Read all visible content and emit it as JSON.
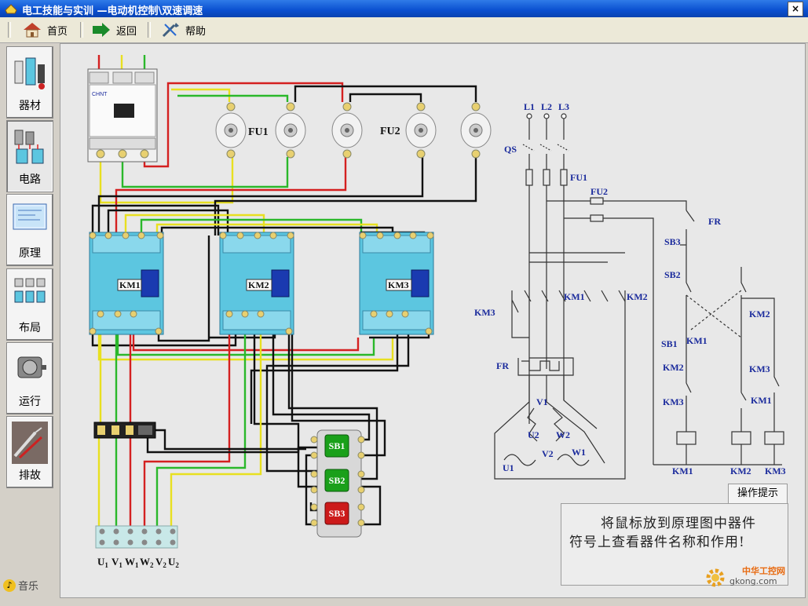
{
  "window": {
    "title": "电工技能与实训 —电动机控制\\双速调速",
    "close_label": "×"
  },
  "toolbar": {
    "home": "首页",
    "back": "返回",
    "help": "帮助"
  },
  "sidebar": {
    "items": [
      {
        "label": "器材"
      },
      {
        "label": "电路"
      },
      {
        "label": "原理"
      },
      {
        "label": "布局"
      },
      {
        "label": "运行"
      },
      {
        "label": "排故"
      }
    ],
    "music": "音乐"
  },
  "wiring": {
    "fuse_labels": [
      "FU1",
      "FU2"
    ],
    "contactors": [
      "KM1",
      "KM2",
      "KM3"
    ],
    "breaker_brand": "CHNT",
    "buttons": [
      "SB1",
      "SB2",
      "SB3"
    ],
    "terminals": [
      "U",
      "V",
      "W",
      "W",
      "V",
      "U"
    ],
    "terminal_subs": [
      "1",
      "1",
      "1",
      "2",
      "2",
      "2"
    ]
  },
  "schematic": {
    "phases": [
      "L1",
      "L2",
      "L3"
    ],
    "labels": {
      "qs": "QS",
      "fu1": "FU1",
      "fu2": "FU2",
      "fr": "FR",
      "fr_coil": "FR",
      "km3_aux": "KM3",
      "km1_main": "KM1",
      "km2_main": "KM2",
      "sb3": "SB3",
      "sb2": "SB2",
      "sb1": "SB1",
      "km1_hold": "KM1",
      "km2_hold": "KM2",
      "km2_int": "KM2",
      "km3_int": "KM3",
      "km3_il": "KM3",
      "km1_il": "KM1",
      "v1": "V1",
      "u2": "U2",
      "w2": "W2",
      "v2": "V2",
      "w1": "W1",
      "u1": "U1",
      "coil_km1": "KM1",
      "coil_km2": "KM2",
      "coil_km3": "KM3"
    }
  },
  "hint": {
    "tab": "操作提示",
    "line1": "将鼠标放到原理图中器件",
    "line2": "符号上查看器件名称和作用!"
  },
  "watermark": {
    "line1": "中华工控网",
    "line2": "gkong.com"
  },
  "colors": {
    "title_bar": "#0a4fd0",
    "schematic_ink": "#1a2a9c",
    "contactor_body": "#5cc6e0",
    "sb1": "#1aa01a",
    "sb2": "#1aa01a",
    "sb3": "#cc1a1a"
  }
}
